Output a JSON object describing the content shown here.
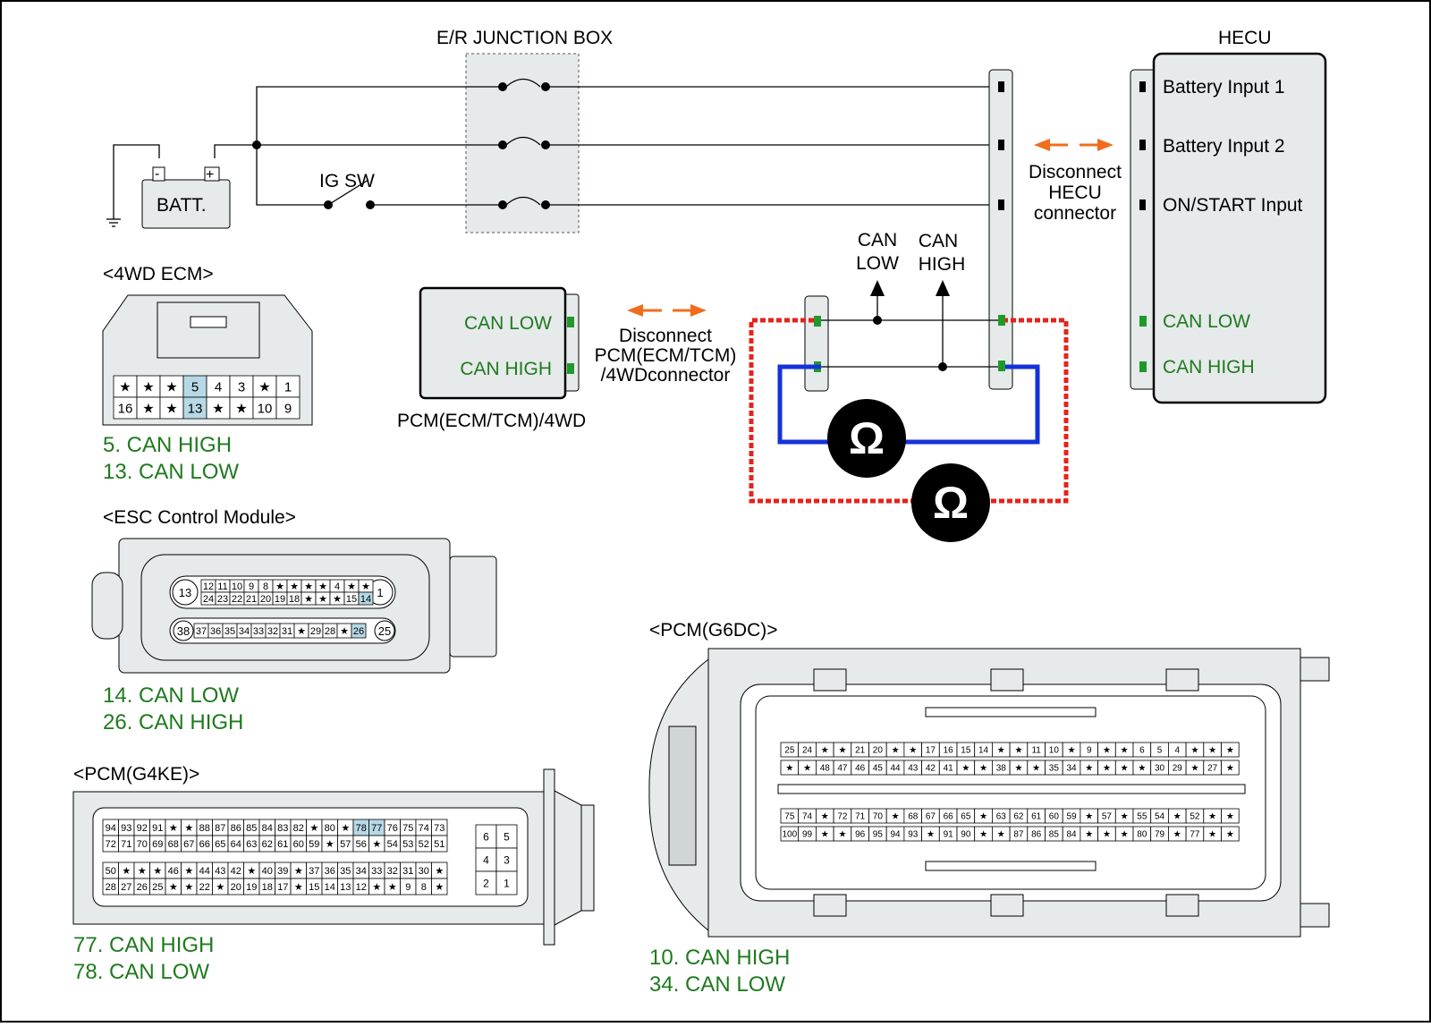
{
  "junction_box": {
    "title": "E/R JUNCTION BOX"
  },
  "battery": {
    "label": "BATT.",
    "minus": "-",
    "plus": "+"
  },
  "ig_sw": {
    "label": "IG SW"
  },
  "hecu": {
    "title": "HECU",
    "pins": [
      "Battery Input 1",
      "Battery Input 2",
      "ON/START Input",
      "CAN LOW",
      "CAN HIGH"
    ],
    "disconnect": [
      "Disconnect",
      "HECU",
      "connector"
    ]
  },
  "pcm_box": {
    "can_low": "CAN LOW",
    "can_high": "CAN HIGH",
    "caption": "PCM(ECM/TCM)/4WD",
    "disconnect": [
      "Disconnect",
      "PCM(ECM/TCM)",
      "/4WDconnector"
    ]
  },
  "measure": {
    "can_low": [
      "CAN",
      "LOW"
    ],
    "can_high": [
      "CAN",
      "HIGH"
    ],
    "ohm": "Ω"
  },
  "ecm4wd": {
    "title": "<4WD ECM>",
    "row1": [
      "★",
      "★",
      "★",
      "5",
      "4",
      "3",
      "★",
      "1"
    ],
    "row2": [
      "16",
      "★",
      "★",
      "13",
      "★",
      "★",
      "10",
      "9"
    ],
    "highlight": [
      "5",
      "13"
    ],
    "notes": [
      "5. CAN HIGH",
      "13. CAN LOW"
    ]
  },
  "esc": {
    "title": "<ESC Control Module>",
    "big_left_top": "13",
    "big_right_top": "1",
    "big_left_bot": "38",
    "big_right_bot": "25",
    "row1": [
      "12",
      "11",
      "10",
      "9",
      "8",
      "★",
      "★",
      "★",
      "★",
      "4",
      "★",
      "★"
    ],
    "row2": [
      "24",
      "23",
      "22",
      "21",
      "20",
      "19",
      "18",
      "★",
      "★",
      "★",
      "15",
      "14"
    ],
    "row3": [
      "37",
      "36",
      "35",
      "34",
      "33",
      "32",
      "31",
      "★",
      "29",
      "28",
      "★",
      "26"
    ],
    "highlight": [
      "14",
      "26"
    ],
    "notes": [
      "14. CAN LOW",
      "26. CAN HIGH"
    ]
  },
  "g4ke": {
    "title": "<PCM(G4KE)>",
    "row1": [
      "94",
      "93",
      "92",
      "91",
      "★",
      "★",
      "88",
      "87",
      "86",
      "85",
      "84",
      "83",
      "82",
      "★",
      "80",
      "★",
      "78",
      "77",
      "76",
      "75",
      "74",
      "73"
    ],
    "row2": [
      "72",
      "71",
      "70",
      "69",
      "68",
      "67",
      "66",
      "65",
      "64",
      "63",
      "62",
      "61",
      "60",
      "59",
      "★",
      "57",
      "56",
      "★",
      "54",
      "53",
      "52",
      "51"
    ],
    "row3": [
      "50",
      "★",
      "★",
      "★",
      "46",
      "★",
      "44",
      "43",
      "42",
      "★",
      "40",
      "39",
      "★",
      "37",
      "36",
      "35",
      "34",
      "33",
      "32",
      "31",
      "30",
      "★"
    ],
    "row4": [
      "28",
      "27",
      "26",
      "25",
      "★",
      "★",
      "22",
      "★",
      "20",
      "19",
      "18",
      "17",
      "★",
      "15",
      "14",
      "13",
      "12",
      "★",
      "★",
      "9",
      "8",
      "★"
    ],
    "side": [
      "6",
      "5",
      "4",
      "3",
      "2",
      "1"
    ],
    "highlight": [
      "78",
      "77"
    ],
    "notes": [
      "77. CAN HIGH",
      "78. CAN LOW"
    ]
  },
  "g6dc": {
    "title": "<PCM(G6DC)>",
    "row1": [
      "25",
      "24",
      "★",
      "★",
      "21",
      "20",
      "★",
      "★",
      "17",
      "16",
      "15",
      "14",
      "★",
      "★",
      "11",
      "10",
      "★",
      "9",
      "★",
      "★",
      "6",
      "5",
      "4",
      "★",
      "★",
      "★"
    ],
    "row2": [
      "★",
      "★",
      "48",
      "47",
      "46",
      "45",
      "44",
      "43",
      "42",
      "41",
      "★",
      "★",
      "38",
      "★",
      "★",
      "35",
      "34",
      "★",
      "★",
      "★",
      "★",
      "30",
      "29",
      "★",
      "27",
      "★"
    ],
    "row3": [
      "75",
      "74",
      "★",
      "72",
      "71",
      "70",
      "★",
      "68",
      "67",
      "66",
      "65",
      "★",
      "63",
      "62",
      "61",
      "60",
      "59",
      "★",
      "57",
      "★",
      "55",
      "54",
      "★",
      "52",
      "★",
      "★"
    ],
    "row4": [
      "100",
      "99",
      "★",
      "★",
      "96",
      "95",
      "94",
      "93",
      "★",
      "91",
      "90",
      "★",
      "★",
      "87",
      "86",
      "85",
      "84",
      "★",
      "★",
      "★",
      "80",
      "79",
      "★",
      "77",
      "★",
      "★"
    ],
    "notes": [
      "10. CAN HIGH",
      "34. CAN LOW"
    ]
  },
  "colors": {
    "green": "#1f7a1f",
    "red": "#e5231b",
    "blue": "#1432d9",
    "orange": "#f26c1d",
    "panel": "#e6eaea",
    "highlight": "#b7d9e6"
  }
}
